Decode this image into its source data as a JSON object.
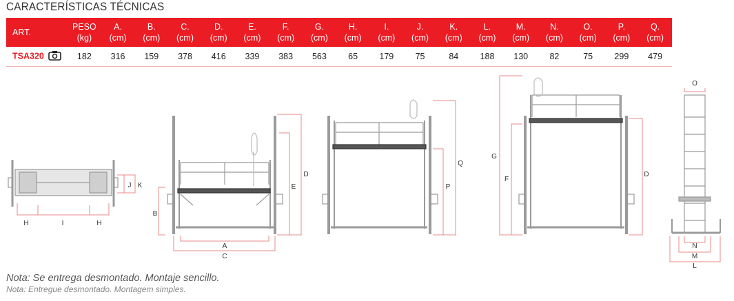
{
  "title": "CARACTERÍSTICAS TÉCNICAS",
  "table": {
    "headers": [
      {
        "l1": "ART.",
        "l2": ""
      },
      {
        "l1": "PESO",
        "l2": "(kg)"
      },
      {
        "l1": "A.",
        "l2": "(cm)"
      },
      {
        "l1": "B.",
        "l2": "(cm)"
      },
      {
        "l1": "C.",
        "l2": "(cm)"
      },
      {
        "l1": "D.",
        "l2": "(cm)"
      },
      {
        "l1": "E.",
        "l2": "(cm)"
      },
      {
        "l1": "F.",
        "l2": "(cm)"
      },
      {
        "l1": "G.",
        "l2": "(cm)"
      },
      {
        "l1": "H.",
        "l2": "(cm)"
      },
      {
        "l1": "I.",
        "l2": "(cm)"
      },
      {
        "l1": "J.",
        "l2": "(cm)"
      },
      {
        "l1": "K.",
        "l2": "(cm)"
      },
      {
        "l1": "L.",
        "l2": "(cm)"
      },
      {
        "l1": "M.",
        "l2": "(cm)"
      },
      {
        "l1": "N.",
        "l2": "(cm)"
      },
      {
        "l1": "O.",
        "l2": "(cm)"
      },
      {
        "l1": "P.",
        "l2": "(cm)"
      },
      {
        "l1": "Q.",
        "l2": "(cm)"
      }
    ],
    "row": {
      "art": "TSA320",
      "values": [
        "182",
        "316",
        "159",
        "378",
        "416",
        "339",
        "383",
        "563",
        "65",
        "179",
        "75",
        "84",
        "188",
        "130",
        "82",
        "75",
        "299",
        "479"
      ]
    }
  },
  "labels": {
    "A": "A",
    "B": "B",
    "C": "C",
    "D": "D",
    "E": "E",
    "F": "F",
    "G": "G",
    "H": "H",
    "I": "I",
    "J": "J",
    "K": "K",
    "L": "L",
    "M": "M",
    "N": "N",
    "O": "O",
    "P": "P",
    "Q": "Q"
  },
  "colors": {
    "accent": "#ec1c24",
    "dim": "#e88a8a",
    "metal": "#9a9a9a"
  },
  "notes": [
    "Nota: Se entrega desmontado. Montaje sencillo.",
    "Nota: Entregue desmontado. Montagem simples."
  ]
}
